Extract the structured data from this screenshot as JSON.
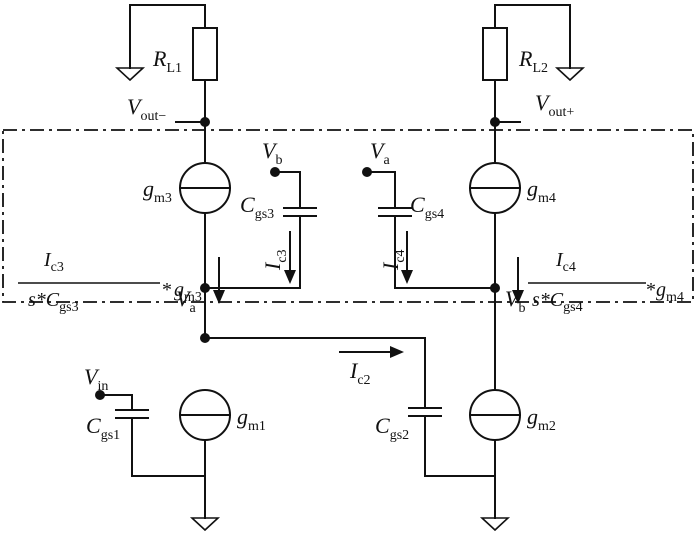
{
  "diagram": {
    "resistors": [
      {
        "symbol": "R",
        "subscript": "L1"
      },
      {
        "symbol": "R",
        "subscript": "L2"
      }
    ],
    "outputs": [
      {
        "symbol": "V",
        "subscript": "out−"
      },
      {
        "symbol": "V",
        "subscript": "out+"
      }
    ],
    "inputs": [
      {
        "symbol": "V",
        "subscript": "b"
      },
      {
        "symbol": "V",
        "subscript": "a"
      },
      {
        "symbol": "V",
        "subscript": "in"
      }
    ],
    "transconductors": [
      {
        "symbol": "g",
        "subscript": "m3"
      },
      {
        "symbol": "g",
        "subscript": "m4"
      },
      {
        "symbol": "g",
        "subscript": "m1"
      },
      {
        "symbol": "g",
        "subscript": "m2"
      }
    ],
    "capacitors": [
      {
        "symbol": "C",
        "subscript": "gs3"
      },
      {
        "symbol": "C",
        "subscript": "gs4"
      },
      {
        "symbol": "C",
        "subscript": "gs1"
      },
      {
        "symbol": "C",
        "subscript": "gs2"
      }
    ],
    "currents": [
      {
        "symbol": "I",
        "subscript": "c3"
      },
      {
        "symbol": "I",
        "subscript": "c4"
      },
      {
        "symbol": "I",
        "subscript": "c2"
      }
    ],
    "nodes": [
      {
        "symbol": "V",
        "subscript": "a"
      },
      {
        "symbol": "V",
        "subscript": "b"
      }
    ],
    "expressions": [
      {
        "num_symbol": "I",
        "num_sub": "c3",
        "den_prefix": "s*C",
        "den_sub": "gs3",
        "mult": "*",
        "g_symbol": "g",
        "g_sub": "m3"
      },
      {
        "num_symbol": "I",
        "num_sub": "c4",
        "den_prefix": "s*C",
        "den_sub": "gs4",
        "mult": "*",
        "g_symbol": "g",
        "g_sub": "m4"
      }
    ]
  }
}
